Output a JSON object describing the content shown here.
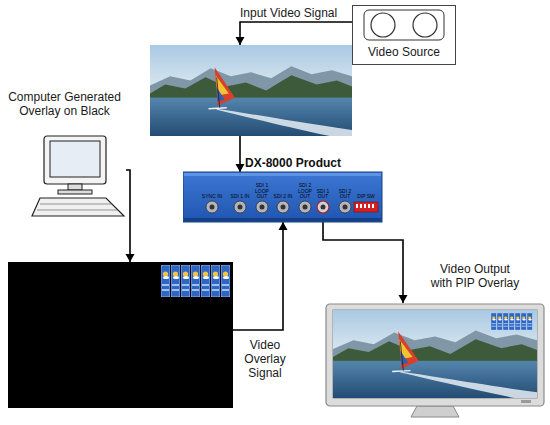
{
  "diagram": {
    "nodes": [
      {
        "text": [
          "Video Source"
        ]
      },
      {
        "text": [
          "Computer Generated Overlay on Black"
        ]
      },
      {
        "text": [
          "DX-8000 Product",
          "SYNC IN",
          "SDI 1 IN",
          "SDI 1 LOOP OUT",
          "SDI 2 IN",
          "SDI 2 LOOP OUT",
          "SDI 1 OUT",
          "SDI 2 OUT",
          "DIP SW"
        ]
      },
      {
        "text": [
          "Video Output with PIP Overlay"
        ]
      }
    ],
    "edges": [
      {
        "from": 0,
        "to": 2,
        "label": "Input Video Signal",
        "arrow": "to"
      },
      {
        "from": 1,
        "to": 2,
        "label": "Video Overlay Signal",
        "arrow": "to"
      },
      {
        "from": 2,
        "to": 3,
        "arrow": "to"
      }
    ]
  }
}
